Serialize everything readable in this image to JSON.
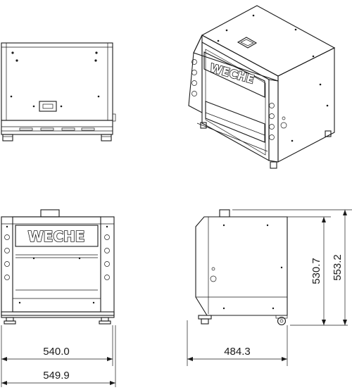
{
  "brand": {
    "logo_text": "WECHE"
  },
  "dimensions": {
    "width_inner": "540.0",
    "width_outer": "549.9",
    "depth": "484.3",
    "height_body": "530.7",
    "height_total": "553.2"
  },
  "colors": {
    "line": "#1a1a1a",
    "background": "#ffffff"
  }
}
